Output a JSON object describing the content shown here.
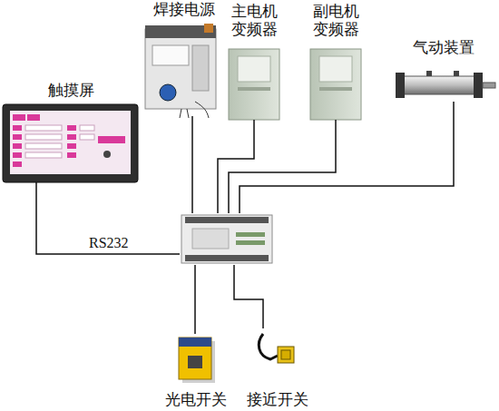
{
  "diagram": {
    "nodes": [
      {
        "text": [
          "焊接电源"
        ]
      },
      {
        "text": [
          "主电机 变频器"
        ]
      },
      {
        "text": [
          "副电机 变频器"
        ]
      },
      {
        "text": [
          "气动装置"
        ]
      },
      {
        "text": [
          "触摸屏"
        ]
      },
      {
        "text": []
      },
      {
        "text": [
          "光电开关"
        ]
      },
      {
        "text": [
          "接近开关"
        ]
      }
    ],
    "edges": [
      {
        "from": 4,
        "to": 5,
        "label": "RS232",
        "arrow": "none"
      },
      {
        "from": 0,
        "to": 5,
        "arrow": "none"
      },
      {
        "from": 1,
        "to": 5,
        "arrow": "none"
      },
      {
        "from": 2,
        "to": 5,
        "arrow": "none"
      },
      {
        "from": 3,
        "to": 5,
        "arrow": "none"
      },
      {
        "from": 5,
        "to": 6,
        "arrow": "none"
      },
      {
        "from": 5,
        "to": 7,
        "arrow": "none"
      }
    ]
  }
}
